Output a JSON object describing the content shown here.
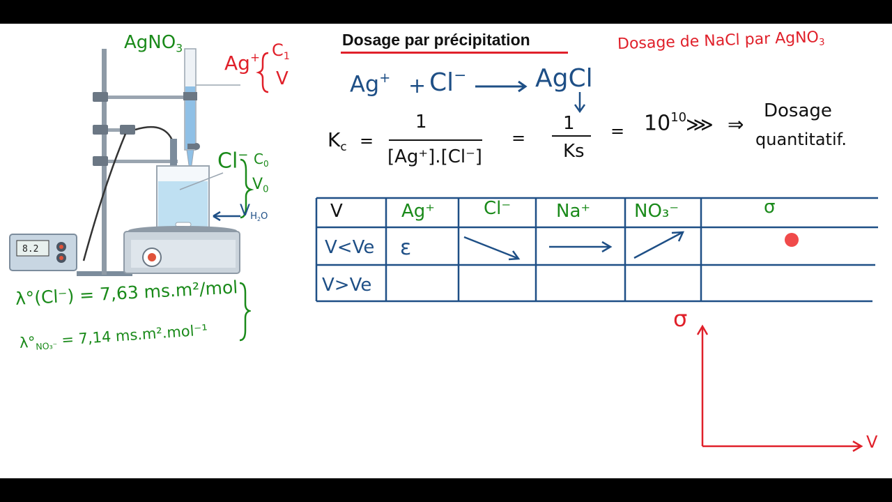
{
  "title": "Dosage par précipitation",
  "top_right_note": "Dosage de NaCl par AgNO",
  "top_right_note_sub": "3",
  "apparatus": {
    "reagent_label": "AgNO",
    "reagent_sub": "3",
    "titrant_ion": "Ag",
    "titrant_ion_charge": "+",
    "titrant_conc": "C",
    "titrant_conc_sub": "1",
    "titrant_vol": "V",
    "analyte_ion": "Cl",
    "analyte_charge": "−",
    "analyte_conc": "C",
    "analyte_conc_sub": "0",
    "analyte_vol": "V",
    "analyte_vol_sub": "0",
    "water_label": "V",
    "water_sub": "H",
    "water_sub2": "2",
    "water_sub3": "O",
    "meter_display": "8.2"
  },
  "conductivities": {
    "line1": "λ°(Cl⁻) = 7,63 ms.m²/mol",
    "line2_prefix": "λ°",
    "line2_sub": "NO₃⁻",
    "line2_value": "= 7,14 ms.m².mol⁻¹"
  },
  "reaction": {
    "reactant1": "Ag",
    "reactant1_charge": "+",
    "plus": "+",
    "reactant2": "Cl",
    "reactant2_charge": "−",
    "product": "AgCl"
  },
  "constant": {
    "lhs": "K",
    "lhs_sub": "c",
    "eq": "=",
    "num": "1",
    "den": "[Ag⁺].[Cl⁻]",
    "eq2": "=",
    "num2": "1",
    "den2": "Ks",
    "eq3": "=",
    "value": "10",
    "value_exp": "10",
    "gg": "⋙",
    "implies": "⇒",
    "conclusion1": "Dosage",
    "conclusion2": "quantitatif."
  },
  "table": {
    "headers": [
      "V",
      "Ag⁺",
      "Cl⁻",
      "Na⁺",
      "NO₃⁻",
      "σ"
    ],
    "row1_label": "V<Ve",
    "row1_ag": "ε",
    "row2_label": "V>Ve"
  },
  "graph": {
    "y_label": "σ",
    "x_label": "V"
  },
  "colors": {
    "green": "#1a8a1a",
    "red": "#e0202a",
    "blue": "#1e4f86",
    "black": "#111111"
  }
}
